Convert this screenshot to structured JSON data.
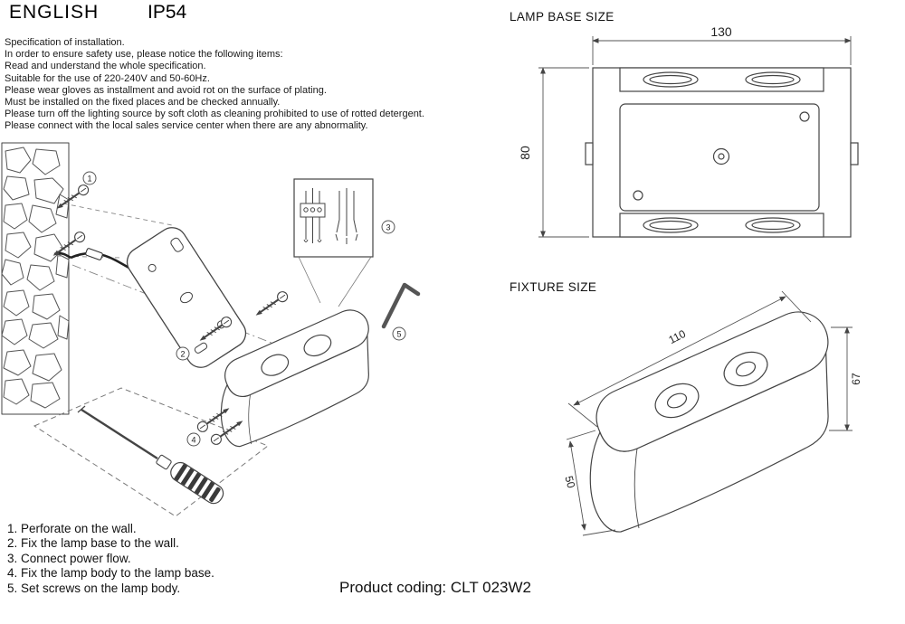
{
  "header": {
    "language": "ENGLISH",
    "ip_rating": "IP54"
  },
  "specification": {
    "lines": [
      "Specification of installation.",
      "In order to ensure safety use, please notice the following items:",
      "Read and understand the whole specification.",
      "Suitable for the use of 220-240V and 50-60Hz.",
      "Please wear gloves as installment and avoid rot on the surface of plating.",
      "Must be installed on the fixed places and be checked annually.",
      "Please turn off the lighting source by soft cloth as cleaning prohibited to use of rotted detergent.",
      "Please connect with the local sales service center when there are any abnormality."
    ]
  },
  "installation_steps": [
    "1. Perforate on the wall.",
    "2. Fix the lamp base to the wall.",
    "3. Connect power flow.",
    "4. Fix the lamp body to the lamp base.",
    "5. Set screws on the lamp body."
  ],
  "diagrams": {
    "lamp_base": {
      "title": "LAMP BASE SIZE",
      "width": "130",
      "height": "80"
    },
    "fixture": {
      "title": "FIXTURE SIZE",
      "length": "110",
      "height": "67",
      "depth": "50"
    },
    "callouts": [
      "1",
      "2",
      "3",
      "4",
      "5"
    ]
  },
  "product": {
    "coding": "Product coding: CLT 023W2"
  }
}
